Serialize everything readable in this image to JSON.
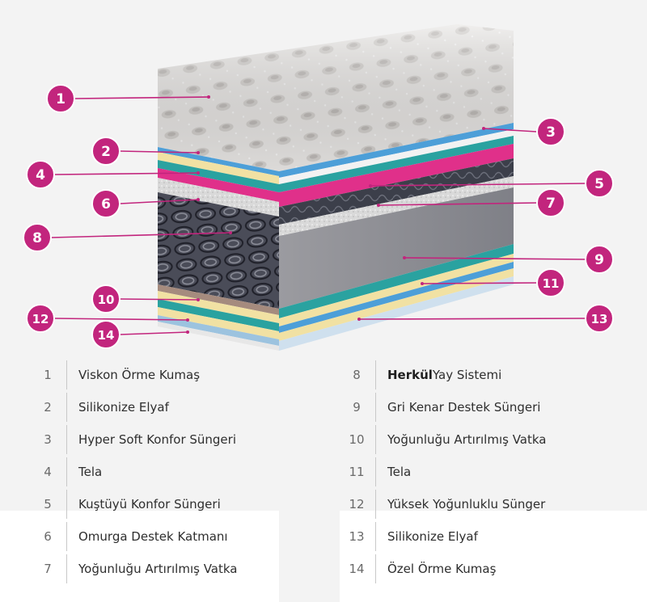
{
  "colors": {
    "badge": "#c2257d",
    "leader": "#c2257d",
    "quilt_top": "#e6e4e2",
    "blue_layer": "#4d9fd8",
    "yellow_layer": "#f1e1a3",
    "teal_layer": "#2aa2a0",
    "pink_layer": "#e0308a",
    "grey_side": "#8f8f94",
    "spring_dark": "#3b3d48"
  },
  "callouts": [
    {
      "number": "1",
      "layer": "Viskon Örme Kumaş"
    },
    {
      "number": "2",
      "layer": "Silikonize Elyaf"
    },
    {
      "number": "3",
      "layer": "Hyper Soft Konfor Süngeri"
    },
    {
      "number": "4",
      "layer": "Tela"
    },
    {
      "number": "5",
      "layer": "Kuştüyü Konfor Süngeri"
    },
    {
      "number": "6",
      "layer": "Omurga Destek Katmanı"
    },
    {
      "number": "7",
      "layer": "Yoğunluğu Artırılmış Vatka"
    },
    {
      "number": "8",
      "layer": "Herkül Yay Sistemi"
    },
    {
      "number": "9",
      "layer": "Gri Kenar Destek Süngeri"
    },
    {
      "number": "10",
      "layer": "Yoğunluğu Artırılmış Vatka"
    },
    {
      "number": "11",
      "layer": "Tela"
    },
    {
      "number": "12",
      "layer": "Yüksek Yoğunluklu Sünger"
    },
    {
      "number": "13",
      "layer": "Silikonize Elyaf"
    },
    {
      "number": "14",
      "layer": "Özel Örme Kumaş"
    }
  ],
  "legend": {
    "left": [
      {
        "number": "1",
        "text": "Viskon Örme Kumaş"
      },
      {
        "number": "2",
        "text": "Silikonize Elyaf"
      },
      {
        "number": "3",
        "text": "Hyper Soft Konfor Süngeri"
      },
      {
        "number": "4",
        "text": "Tela"
      },
      {
        "number": "5",
        "text": "Kuştüyü Konfor Süngeri"
      },
      {
        "number": "6",
        "text": "Omurga Destek Katmanı"
      },
      {
        "number": "7",
        "text": "Yoğunluğu Artırılmış Vatka"
      }
    ],
    "right": [
      {
        "number": "8",
        "bold": "Herkül",
        "text": "Yay Sistemi"
      },
      {
        "number": "9",
        "text": "Gri Kenar Destek Süngeri"
      },
      {
        "number": "10",
        "text": "Yoğunluğu Artırılmış Vatka"
      },
      {
        "number": "11",
        "text": "Tela"
      },
      {
        "number": "12",
        "text": "Yüksek Yoğunluklu Sünger"
      },
      {
        "number": "13",
        "text": "Silikonize Elyaf"
      },
      {
        "number": "14",
        "text": "Özel Örme Kumaş"
      }
    ]
  }
}
